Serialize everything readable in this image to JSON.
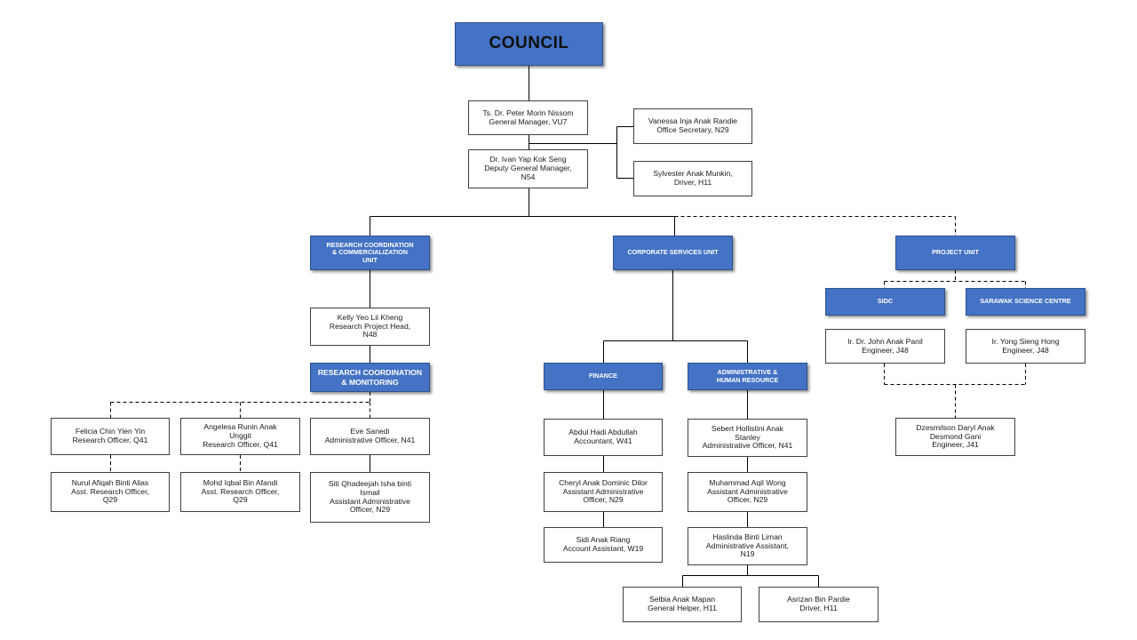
{
  "council": "COUNCIL",
  "gm": "Ts. Dr. Peter Morin Nissom\nGeneral Manager, VU7",
  "dgm": "Dr. Ivan Yap Kok Seng\nDeputy General Manager,\nN54",
  "secretary": "Vanessa Inja Anak Randie\nOffice Secretary, N29",
  "driver_top": "Sylvester Anak Munkin,\nDriver, H11",
  "units": {
    "research": "RESEARCH COORDINATION\n& COMMERCIALIZATION\nUNIT",
    "corporate": "CORPORATE SERVICES UNIT",
    "project": "PROJECT UNIT",
    "monitoring": "RESEARCH COORDINATION\n& MONITORING",
    "finance": "FINANCE",
    "admin_hr": "ADMINISTRATIVE  &\nHUMAN RESOURCE",
    "sidc": "SIDC",
    "ssc": "SARAWAK SCIENCE CENTRE"
  },
  "people": {
    "kelly": "Kelly Yeo Lii Kheng\nResearch Project Head,\nN48",
    "felicia": "Felicia Chin Yien Yin\nResearch Officer, Q41",
    "angelesa": "Angelesa Runin Anak\nUnggit\nResearch Officer, Q41",
    "eve": "Eve Sanedi\nAdministrative Officer, N41",
    "nurul": "Nurul Afiqah Binti Alias\nAsst. Research Officer,\nQ29",
    "iqbal": "Mohd  Iqbal Bin Afandi\nAsst. Research Officer,\nQ29",
    "siti": "Siti Qhadeejah  Isha binti\nIsmail\nAssistant Administrative\nOfficer, N29",
    "abdul": "Abdul Hadi Abdullah\nAccountant, W41",
    "cheryl": "Cheryl Anak Dominic Dilor\nAssistant Administrative\nOfficer, N29",
    "sidi": "Sidi Anak Riang\nAccount Assistant, W19",
    "sebert": "Sebert Hollistini Anak\nStanley\nAdministrative Officer, N41",
    "aqil": "Muhammad  Aqil Wong\nAssistant Administrative\nOfficer, N29",
    "haslinda": "Haslinda Binti Liman\nAdministrative Assistant,\nN19",
    "selbia": "Selbia Anak Mapan\nGeneral Helper, H11",
    "asrizan": "Asrizan Bin Pardie\nDriver, H11",
    "john": "Ir. Dr. John Anak Panil\nEngineer, J48",
    "yong": "Ir. Yong Sieng Hong\nEngineer, J48",
    "dzesmilson": "Dzesmilson Daryl Anak\nDesmond Gani\nEngineer, J41"
  },
  "colors": {
    "unit_fill": "#4472c4",
    "line": "#000000",
    "box_border": "#3f3f3f"
  }
}
